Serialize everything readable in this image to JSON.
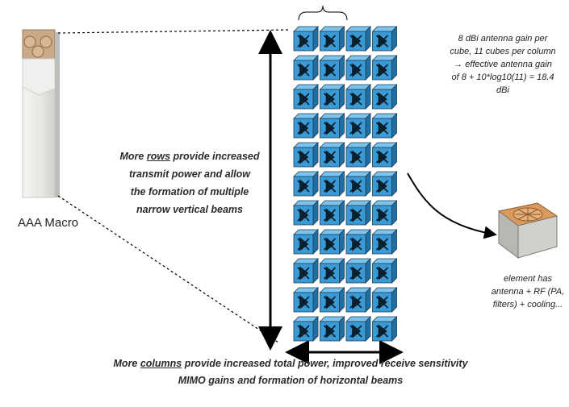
{
  "macro": {
    "label": "AAA Macro"
  },
  "rows_text": {
    "line1_before": "More ",
    "line1_underlined": "rows",
    "line1_after": " provide increased",
    "line2": "transmit power and allow",
    "line3": "the formation of multiple",
    "line4": "narrow vertical beams"
  },
  "columns_text": {
    "line1_before": "More ",
    "line1_underlined": "columns",
    "line1_after": " provide increased total power, improved receive sensitivity",
    "line2": "MIMO gains and formation of horizontal beams"
  },
  "gain_note": {
    "line1": "8 dBi antenna gain per",
    "line2": "cube, 11 cubes per column",
    "line3": "→ effective antenna gain",
    "line4": "of 8 + 10*log10(11) = 18.4",
    "line5": "dBi"
  },
  "element_note": {
    "line1": "element has",
    "line2": "antenna + RF (PA,",
    "line3": "filters) + cooling..."
  },
  "array": {
    "rows": 11,
    "columns": 4
  },
  "colors": {
    "cube_face": "#3a9ad6",
    "cube_top": "#7cc4ee",
    "cube_side": "#1f6fa3",
    "arrow": "#000000",
    "macro_body": "#e9e9e6"
  }
}
